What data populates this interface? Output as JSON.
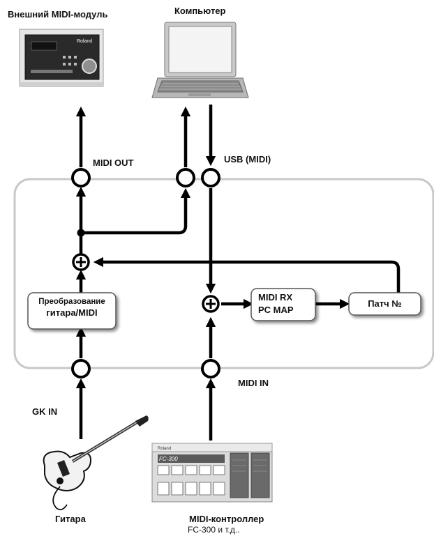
{
  "labels": {
    "external_module": "Внешний MIDI-модуль",
    "computer": "Компьютер",
    "midi_out": "MIDI OUT",
    "usb_midi": "USB (MIDI)",
    "midi_in": "MIDI IN",
    "gk_in": "GK IN",
    "guitar": "Гитара",
    "controller_title": "MIDI-контроллер",
    "controller_sub": "FC-300 и т.д.."
  },
  "blocks": {
    "guitar_midi_line1": "Преобразование",
    "guitar_midi_line2": "гитара/MIDI",
    "midi_rx_line1": "MIDI RX",
    "midi_rx_line2": "PC MAP",
    "patch": "Патч №"
  },
  "devices": {
    "module_brand": "Roland",
    "controller_brand": "Roland",
    "controller_model": "FC-300"
  },
  "colors": {
    "line": "#000000",
    "panel_border": "#c8c8c8",
    "box_border": "#555555",
    "device_gray": "#d8d8d8"
  }
}
